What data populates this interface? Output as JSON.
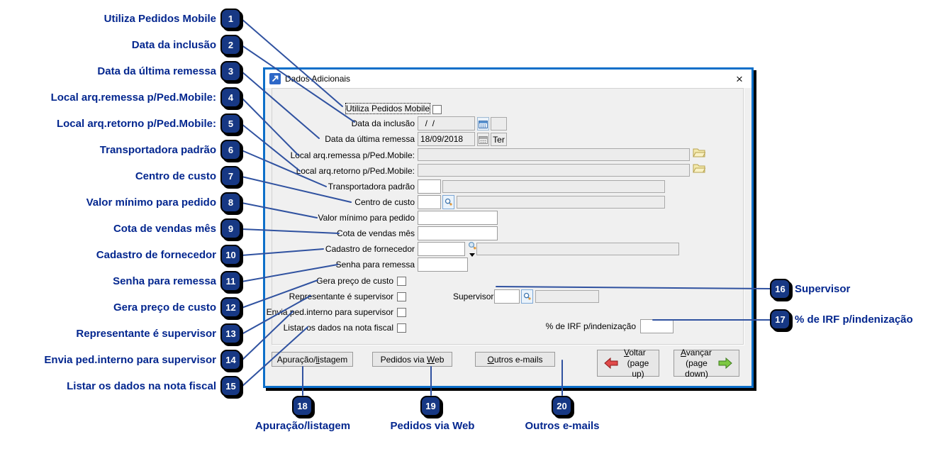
{
  "window": {
    "title": "Dados Adicionais"
  },
  "icons": {
    "close": "×"
  },
  "form": {
    "utiliza_pedidos_mobile": {
      "label": "Utiliza Pedidos Mobile",
      "checked": false
    },
    "data_da_inclusao": {
      "label": "Data da inclusão",
      "value": "  /  /",
      "day": ""
    },
    "data_da_ultima_remessa": {
      "label": "Data da última remessa",
      "value": "18/09/2018",
      "day": "Ter"
    },
    "local_arq_remessa": {
      "label": "Local arq.remessa p/Ped.Mobile:",
      "value": ""
    },
    "local_arq_retorno": {
      "label": "Local arq.retorno p/Ped.Mobile:",
      "value": ""
    },
    "transportadora_padrao": {
      "label": "Transportadora padrão",
      "code": "",
      "name": ""
    },
    "centro_de_custo": {
      "label": "Centro de custo",
      "code": "",
      "name": ""
    },
    "valor_minimo": {
      "label": "Valor mínimo para pedido",
      "value": ""
    },
    "cota_vendas_mes": {
      "label": "Cota de vendas mês",
      "value": ""
    },
    "cadastro_fornecedor": {
      "label": "Cadastro de fornecedor",
      "code": "",
      "name": ""
    },
    "senha_remessa": {
      "label": "Senha para remessa",
      "value": ""
    },
    "gera_preco_custo": {
      "label": "Gera preço de custo",
      "checked": false
    },
    "representante_supervisor": {
      "label": "Representante é supervisor",
      "checked": false
    },
    "supervisor": {
      "label": "Supervisor",
      "code": "",
      "name": ""
    },
    "envia_ped_interno": {
      "label": "Envia ped.interno para supervisor",
      "checked": false
    },
    "listar_dados_nota": {
      "label": "Listar os dados na nota fiscal",
      "checked": false
    },
    "irf_indenizacao": {
      "label": "% de IRF p/indenização",
      "value": ""
    }
  },
  "buttons": {
    "apuracao": {
      "pre": "Apuração/",
      "mnemonic": "li",
      "post": "stagem"
    },
    "pedidos_web": {
      "pre": "Pedidos via ",
      "mnemonic": "W",
      "post": "eb"
    },
    "outros_emails": {
      "pre": "",
      "mnemonic": "O",
      "post": "utros e-mails"
    },
    "voltar": {
      "mnemonic": "V",
      "post": "oltar",
      "sub": "(page up)"
    },
    "avancar": {
      "mnemonic": "A",
      "post": "vançar",
      "sub": "(page down)"
    }
  },
  "callouts": [
    {
      "n": "1",
      "label": "Utiliza Pedidos Mobile"
    },
    {
      "n": "2",
      "label": "Data da inclusão"
    },
    {
      "n": "3",
      "label": "Data da última remessa"
    },
    {
      "n": "4",
      "label": "Local arq.remessa p/Ped.Mobile:"
    },
    {
      "n": "5",
      "label": "Local arq.retorno p/Ped.Mobile:"
    },
    {
      "n": "6",
      "label": "Transportadora padrão"
    },
    {
      "n": "7",
      "label": "Centro de custo"
    },
    {
      "n": "8",
      "label": "Valor mínimo para pedido"
    },
    {
      "n": "9",
      "label": "Cota de vendas mês"
    },
    {
      "n": "10",
      "label": "Cadastro de fornecedor"
    },
    {
      "n": "11",
      "label": "Senha para remessa"
    },
    {
      "n": "12",
      "label": "Gera preço de custo"
    },
    {
      "n": "13",
      "label": "Representante é supervisor"
    },
    {
      "n": "14",
      "label": "Envia ped.interno para supervisor"
    },
    {
      "n": "15",
      "label": "Listar os dados na nota fiscal"
    },
    {
      "n": "16",
      "label": "Supervisor"
    },
    {
      "n": "17",
      "label": "% de IRF p/indenização"
    },
    {
      "n": "18",
      "label": "Apuração/listagem"
    },
    {
      "n": "19",
      "label": "Pedidos via Web"
    },
    {
      "n": "20",
      "label": "Outros e-mails"
    }
  ],
  "colors": {
    "callout_text": "#04278F",
    "badge_bg": "#173884",
    "line": "#3052A0",
    "window_border": "#0D6FC9"
  }
}
